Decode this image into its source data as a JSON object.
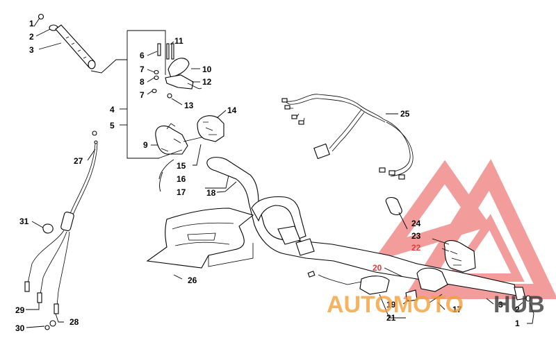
{
  "callouts": [
    {
      "id": "c1a",
      "text": "1"
    },
    {
      "id": "c2a",
      "text": "2"
    },
    {
      "id": "c3a",
      "text": "3"
    },
    {
      "id": "c4",
      "text": "4"
    },
    {
      "id": "c5",
      "text": "5"
    },
    {
      "id": "c6",
      "text": "6"
    },
    {
      "id": "c7a",
      "text": "7"
    },
    {
      "id": "c7b",
      "text": "7"
    },
    {
      "id": "c8",
      "text": "8"
    },
    {
      "id": "c9",
      "text": "9"
    },
    {
      "id": "c10",
      "text": "10"
    },
    {
      "id": "c11",
      "text": "11"
    },
    {
      "id": "c12",
      "text": "12"
    },
    {
      "id": "c13",
      "text": "13"
    },
    {
      "id": "c14",
      "text": "14"
    },
    {
      "id": "c15",
      "text": "15"
    },
    {
      "id": "c16",
      "text": "16"
    },
    {
      "id": "c17a",
      "text": "17"
    },
    {
      "id": "c18",
      "text": "18"
    },
    {
      "id": "c25",
      "text": "25"
    },
    {
      "id": "c27",
      "text": "27"
    },
    {
      "id": "c31",
      "text": "31"
    },
    {
      "id": "c24",
      "text": "24"
    },
    {
      "id": "c23",
      "text": "23"
    },
    {
      "id": "c22",
      "text": "22"
    },
    {
      "id": "c20",
      "text": "20"
    },
    {
      "id": "c26",
      "text": "26"
    },
    {
      "id": "c29",
      "text": "29"
    },
    {
      "id": "c28",
      "text": "28"
    },
    {
      "id": "c30",
      "text": "30"
    },
    {
      "id": "c19",
      "text": "19"
    },
    {
      "id": "c21",
      "text": "21"
    },
    {
      "id": "c17b",
      "text": "17"
    },
    {
      "id": "c3b",
      "text": "3"
    },
    {
      "id": "c2b",
      "text": "2"
    },
    {
      "id": "c1b",
      "text": "1"
    }
  ],
  "watermark": {
    "brand_part1": "AUTOMOTO",
    "brand_part2": "HUB",
    "accent_color": "#f07c7c",
    "secondary_color": "#f3a13b",
    "dark_color": "#3a3a3a"
  }
}
